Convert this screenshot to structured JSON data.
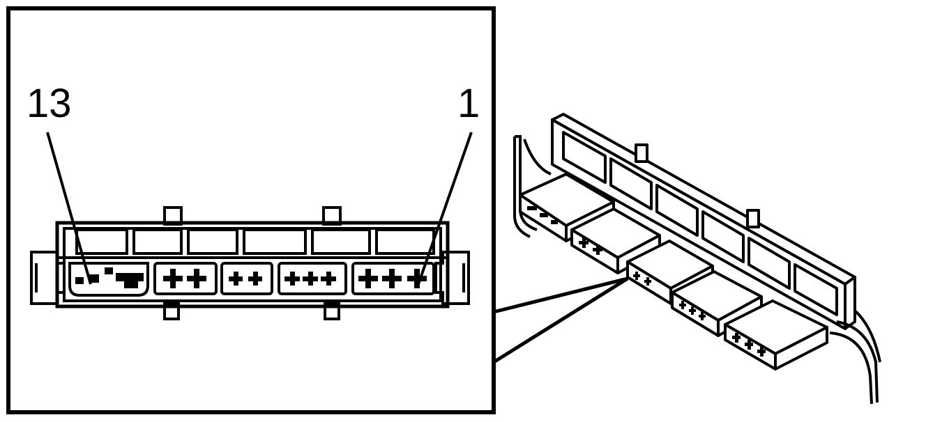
{
  "labels": {
    "pin_13": "13",
    "pin_1": "1"
  },
  "colors": {
    "ink": "#000000",
    "paper": "#ffffff"
  },
  "detail_view": {
    "connector_cavities_top_row": 6,
    "connector_plug_pin_groups": [
      3,
      2,
      2,
      3,
      3
    ]
  },
  "assembly_view": {
    "plug_count": 5
  }
}
